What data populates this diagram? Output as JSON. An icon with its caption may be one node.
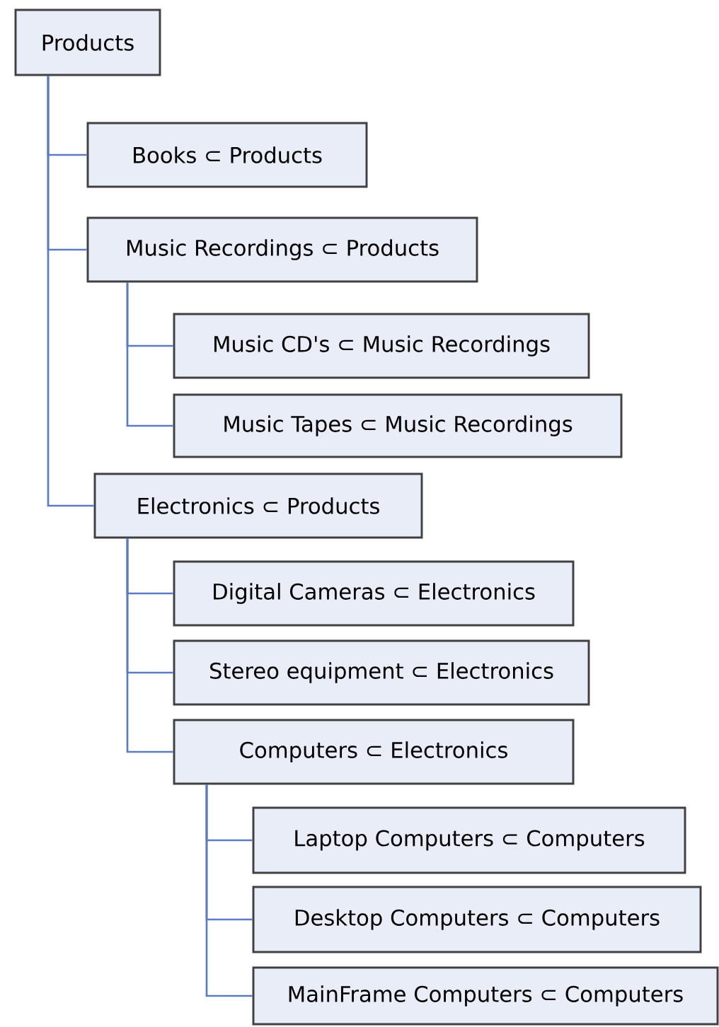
{
  "diagram": {
    "nodes": [
      {
        "text": [
          "Products"
        ]
      },
      {
        "text": [
          "Books ⊂ Products"
        ]
      },
      {
        "text": [
          "Music Recordings ⊂ Products"
        ]
      },
      {
        "text": [
          "Music CD's ⊂ Music Recordings"
        ]
      },
      {
        "text": [
          "Music Tapes ⊂ Music Recordings"
        ]
      },
      {
        "text": [
          "Electronics ⊂ Products"
        ]
      },
      {
        "text": [
          "Digital Cameras ⊂ Electronics"
        ]
      },
      {
        "text": [
          "Stereo equipment ⊂ Electronics"
        ]
      },
      {
        "text": [
          "Computers ⊂ Electronics"
        ]
      },
      {
        "text": [
          "Laptop Computers ⊂ Computers"
        ]
      },
      {
        "text": [
          "Desktop Computers ⊂ Computers"
        ]
      },
      {
        "text": [
          "MainFrame Computers ⊂ Computers"
        ]
      }
    ],
    "edges": [
      {
        "from": 0,
        "to": 1,
        "arrow": "none"
      },
      {
        "from": 0,
        "to": 2,
        "arrow": "none"
      },
      {
        "from": 2,
        "to": 3,
        "arrow": "none"
      },
      {
        "from": 2,
        "to": 4,
        "arrow": "none"
      },
      {
        "from": 0,
        "to": 5,
        "arrow": "none"
      },
      {
        "from": 5,
        "to": 6,
        "arrow": "none"
      },
      {
        "from": 5,
        "to": 7,
        "arrow": "none"
      },
      {
        "from": 5,
        "to": 8,
        "arrow": "none"
      },
      {
        "from": 8,
        "to": 9,
        "arrow": "none"
      },
      {
        "from": 8,
        "to": 10,
        "arrow": "none"
      },
      {
        "from": 8,
        "to": 11,
        "arrow": "none"
      }
    ]
  }
}
